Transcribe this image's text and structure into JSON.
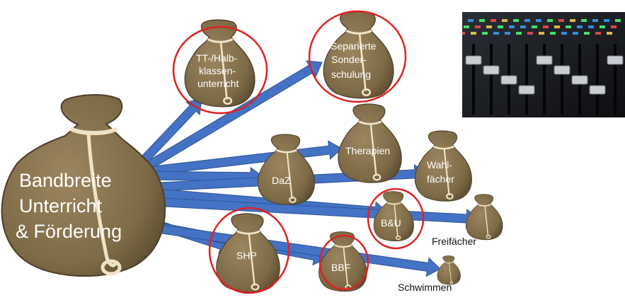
{
  "colors": {
    "sack_fill": "#8a7550",
    "sack_shadow": "#5e4d31",
    "rope": "#e8dcc0",
    "arrow": "#4472c4",
    "arrow_edge": "#2f5597",
    "circle": "#e02020"
  },
  "icons": {
    "sack": "money-sack-icon",
    "mixer": "mixing-console-photo"
  },
  "main_sack": {
    "lines": [
      "Bandbreite",
      "Unterricht",
      "& Förderung"
    ]
  },
  "sacks": [
    {
      "id": "tt",
      "lines": [
        "TT-/Halb-",
        "klassen-",
        "unterricht"
      ],
      "circled": true
    },
    {
      "id": "separierte",
      "lines": [
        "Separierte",
        "Sonder-",
        "schulung"
      ],
      "circled": true
    },
    {
      "id": "therapien",
      "lines": [
        "Therapien"
      ],
      "circled": false
    },
    {
      "id": "daz",
      "lines": [
        "DaZ"
      ],
      "circled": false
    },
    {
      "id": "wahl",
      "lines": [
        "Wahl-",
        "fächer"
      ],
      "circled": false
    },
    {
      "id": "bu",
      "lines": [
        "B&U"
      ],
      "circled": true
    },
    {
      "id": "frei",
      "lines": [
        "Freifächer"
      ],
      "circled": false
    },
    {
      "id": "shp",
      "lines": [
        "SHP"
      ],
      "circled": true
    },
    {
      "id": "bbf",
      "lines": [
        "BBF"
      ],
      "circled": true
    },
    {
      "id": "schwimmen",
      "lines": [
        "Schwimmen"
      ],
      "circled": false
    }
  ]
}
